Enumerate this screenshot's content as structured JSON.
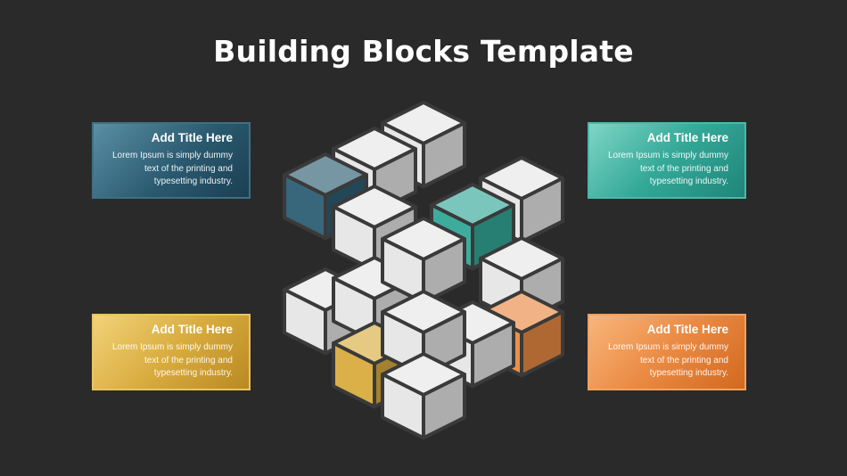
{
  "slide": {
    "title": "Building Blocks Template"
  },
  "cards": [
    {
      "title": "Add Title Here",
      "body": "Lorem Ipsum is simply dummy text of the printing and typesetting industry.",
      "color": "#2e5e73"
    },
    {
      "title": "Add Title Here",
      "body": "Lorem Ipsum is simply dummy text of the printing and typesetting industry.",
      "color": "#34a898"
    },
    {
      "title": "Add Title Here",
      "body": "Lorem Ipsum is simply dummy text of the printing and typesetting industry.",
      "color": "#d9ac3f"
    },
    {
      "title": "Add Title Here",
      "body": "Lorem Ipsum is simply dummy text of the printing and typesetting industry.",
      "color": "#ea8a43"
    }
  ],
  "colors": {
    "background": "#2a2a2a",
    "block_default": "#e6e6e6",
    "block_accent_1": "#2e5e73",
    "block_accent_2": "#34a898",
    "block_accent_3": "#d9ac3f",
    "block_accent_4": "#ea8a43"
  }
}
